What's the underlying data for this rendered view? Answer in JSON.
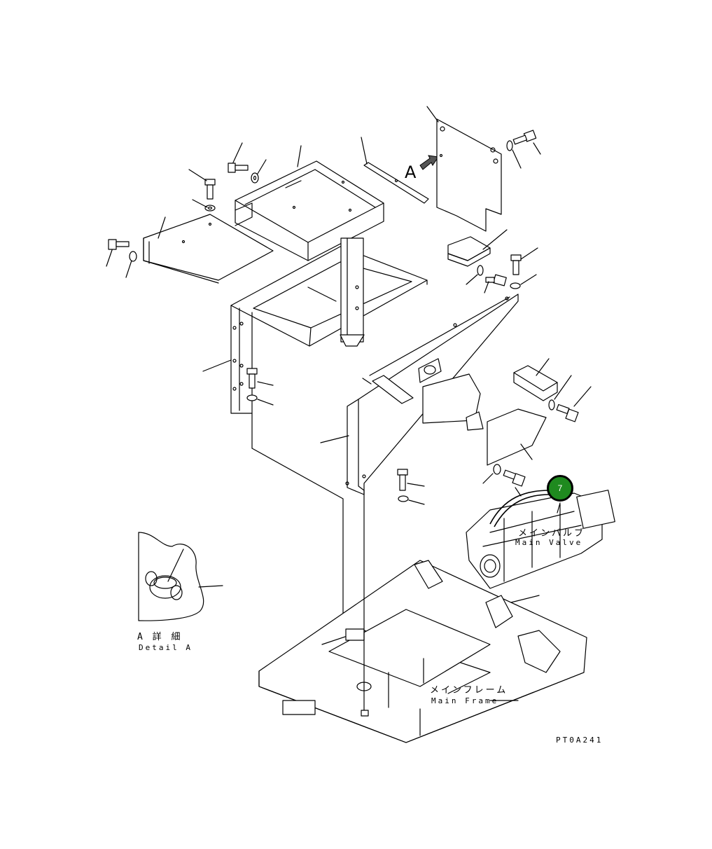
{
  "drawing": {
    "arrow_label": "A",
    "detail_label_jp": "A 詳 細",
    "detail_label_en": "Detail A",
    "main_valve_jp": "メインバルブ",
    "main_valve_en": "Main Valve",
    "main_frame_jp": "メインフレーム",
    "main_frame_en": "Main Frame",
    "drawing_code": "PT0A241"
  },
  "callouts": [
    {
      "number": "7",
      "color": "#1f8a1f"
    }
  ]
}
